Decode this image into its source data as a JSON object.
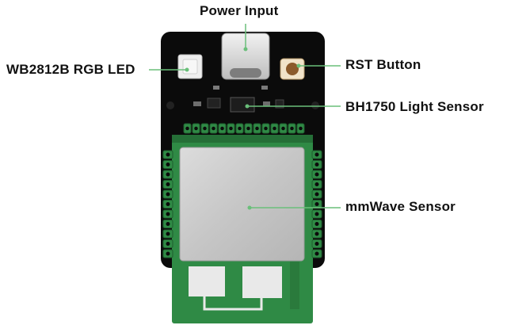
{
  "diagram": {
    "labels": {
      "power_input": "Power Input",
      "rgb_led": "WB2812B RGB LED",
      "rst_button": "RST Button",
      "light_sensor": "BH1750 Light Sensor",
      "mmwave_sensor": "mmWave Sensor"
    },
    "colors": {
      "board": "#0b0b0b",
      "module_pcb": "#2f8a45",
      "shield": "#c9c9c9",
      "antenna": "#e9e9e9",
      "leader_line": "#6abf7a"
    }
  }
}
